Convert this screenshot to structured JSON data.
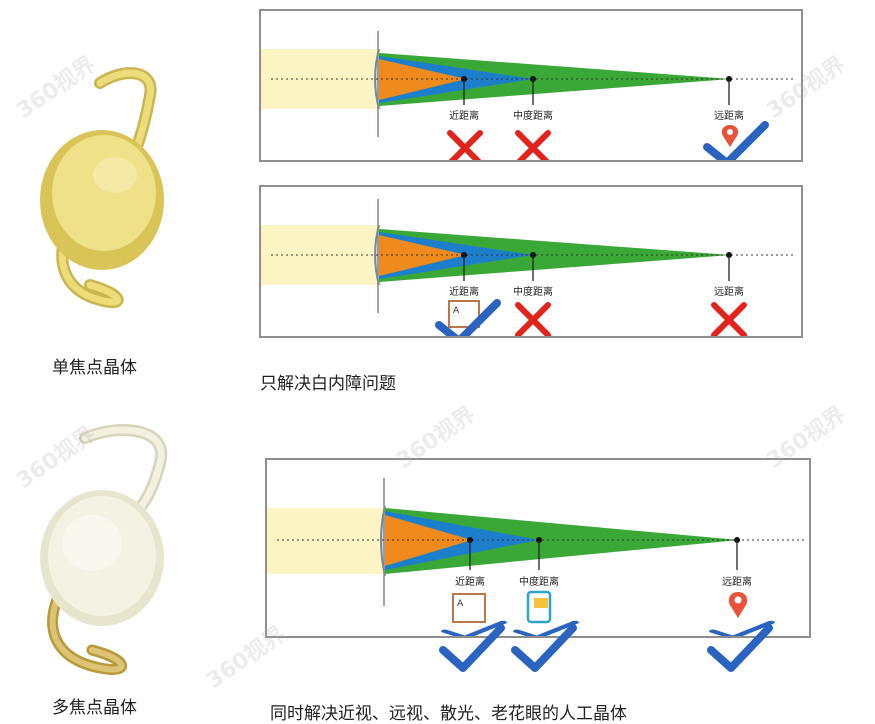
{
  "lenses": {
    "mono": {
      "label": "单焦点晶体"
    },
    "multi": {
      "label": "多焦点晶体"
    }
  },
  "captions": {
    "cataract_only": "只解决白内障问题",
    "all_in_one": "同时解决近视、远视、散光、老花眼的人工晶体"
  },
  "distance_labels": {
    "near": "近距离",
    "middle": "中度距离",
    "far": "远距离"
  },
  "panels": [
    {
      "near": "cross",
      "middle": "cross",
      "far": "check"
    },
    {
      "near": "check",
      "middle": "cross",
      "far": "cross"
    },
    {
      "near": "check",
      "middle": "check",
      "far": "check"
    }
  ],
  "colors": {
    "light_beam": "#fdf4c4",
    "orange": "#f08a1c",
    "blue": "#1d7fcb",
    "green": "#3aa836",
    "check": "#2a64c0",
    "cross": "#e2231a",
    "mono_lens": "#e8d470",
    "multi_lens": "#f2efd8"
  },
  "watermark": "360视界"
}
